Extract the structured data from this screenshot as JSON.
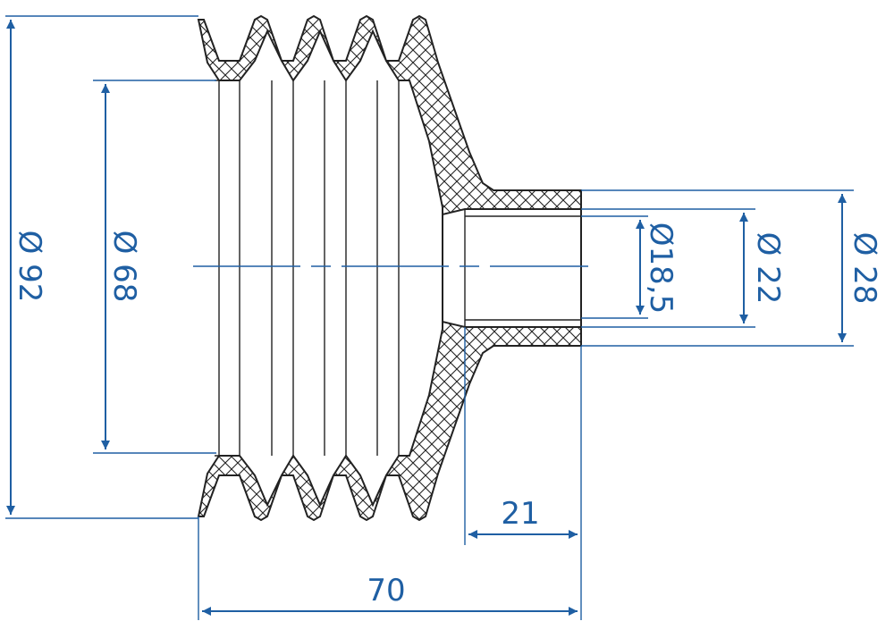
{
  "drawing": {
    "colors": {
      "dimension": "#1f5fa3",
      "part": "#222222",
      "background": "#ffffff"
    },
    "dimensions": {
      "outer_diameter": "Ø 92",
      "inner_diameter": "Ø 68",
      "bore_diameter": "Ø18,5",
      "spigot_inner_diameter": "Ø 22",
      "spigot_outer_diameter": "Ø 28",
      "spigot_length": "21",
      "overall_length": "70"
    }
  }
}
